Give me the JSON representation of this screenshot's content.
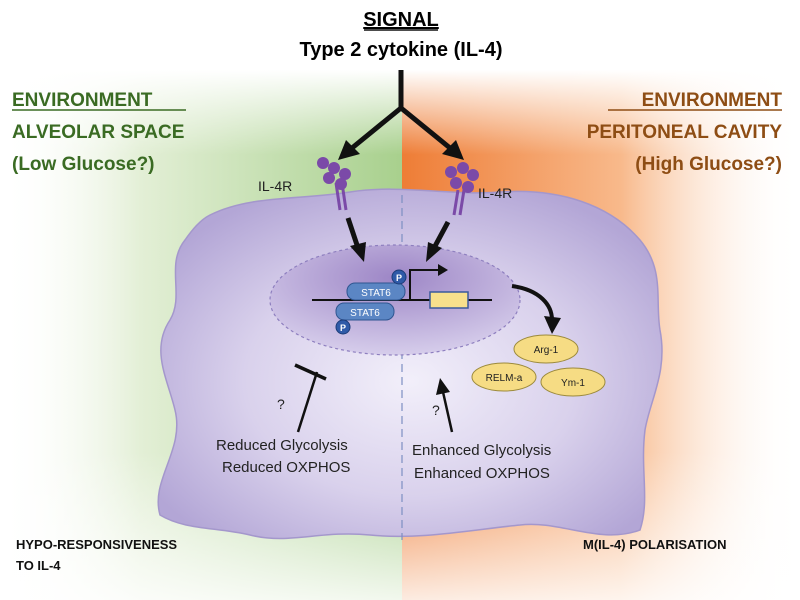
{
  "signal": {
    "heading": "SIGNAL",
    "subheading": "Type 2 cytokine (IL-4)"
  },
  "left": {
    "env_heading": "ENVIRONMENT",
    "env_location": "ALVEOLAR SPACE",
    "env_glucose": "(Low Glucose?)",
    "receptor_label": "IL-4R",
    "question_mark": "?",
    "metabolism_line1": "Reduced Glycolysis",
    "metabolism_line2": "Reduced OXPHOS",
    "outcome_line1": "HYPO-RESPONSIVENESS",
    "outcome_line2": "TO IL-4",
    "background_color": "#a8d08d"
  },
  "right": {
    "env_heading": "ENVIRONMENT",
    "env_location": "PERITONEAL CAVITY",
    "env_glucose": "(High Glucose?)",
    "receptor_label": "IL-4R",
    "question_mark": "?",
    "metabolism_line1": "Enhanced Glycolysis",
    "metabolism_line2": "Enhanced OXPHOS",
    "outcome": "M(IL-4) POLARISATION",
    "background_color": "#f08a45"
  },
  "nucleus": {
    "stat_top": "STAT6",
    "stat_bottom": "STAT6",
    "phospho_label": "P"
  },
  "products": {
    "arg1": "Arg-1",
    "relma": "RELM-a",
    "ym1": "Ym-1"
  },
  "colors": {
    "cell_fill": "#c9bfe0",
    "nucleus_fill": "#a08cc8",
    "stat_fill": "#5b86c4",
    "receptor_color": "#7b4aa8",
    "product_fill": "#f6dc84",
    "gene_fill": "#f7e08c"
  }
}
